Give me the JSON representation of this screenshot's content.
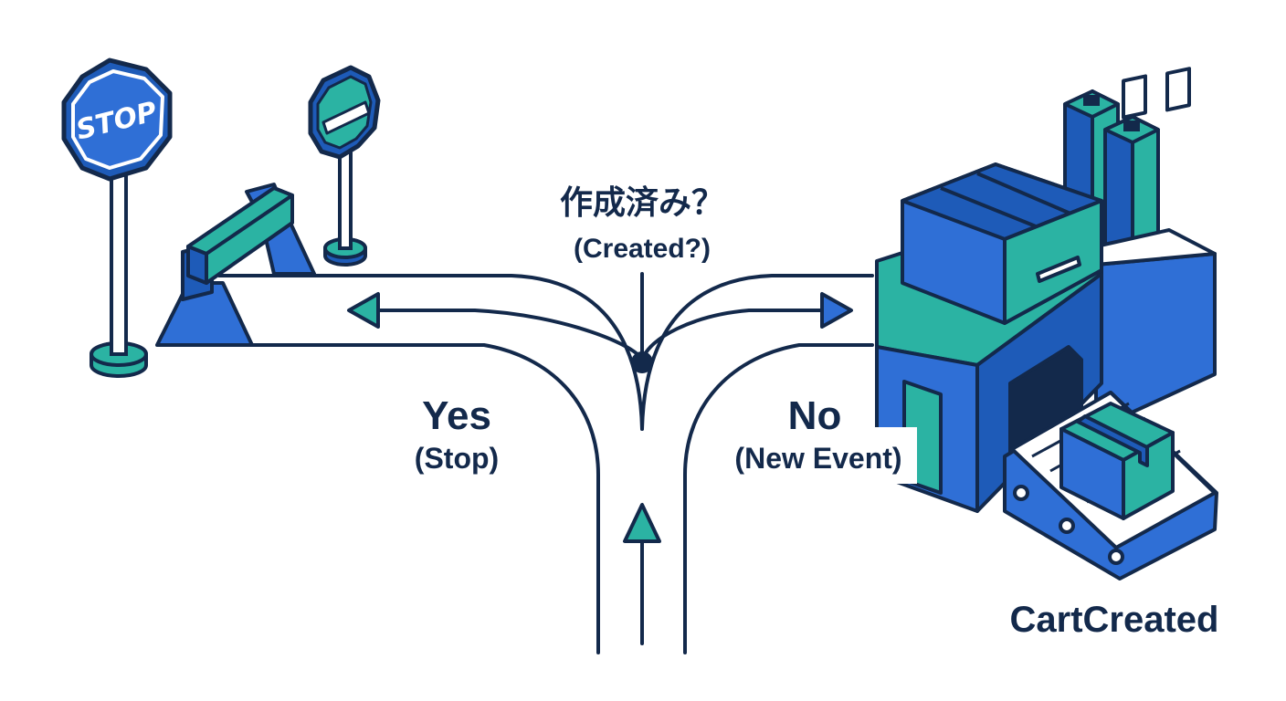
{
  "question": {
    "main": "作成済み？",
    "sub": "(Created?)"
  },
  "yes_branch": {
    "label": "Yes",
    "sub": "(Stop)",
    "sign_text": "STOP"
  },
  "no_branch": {
    "label": "No",
    "sub": "(New Event)"
  },
  "factory": {
    "name": "CartCreated"
  },
  "colors": {
    "navy": "#13294b",
    "blue": "#2f6fd6",
    "teal": "#2bb3a3"
  },
  "icons": [
    "stop-sign-icon",
    "no-entry-sign-icon",
    "barrier-icon",
    "factory-icon",
    "conveyor-icon",
    "box-icon"
  ]
}
